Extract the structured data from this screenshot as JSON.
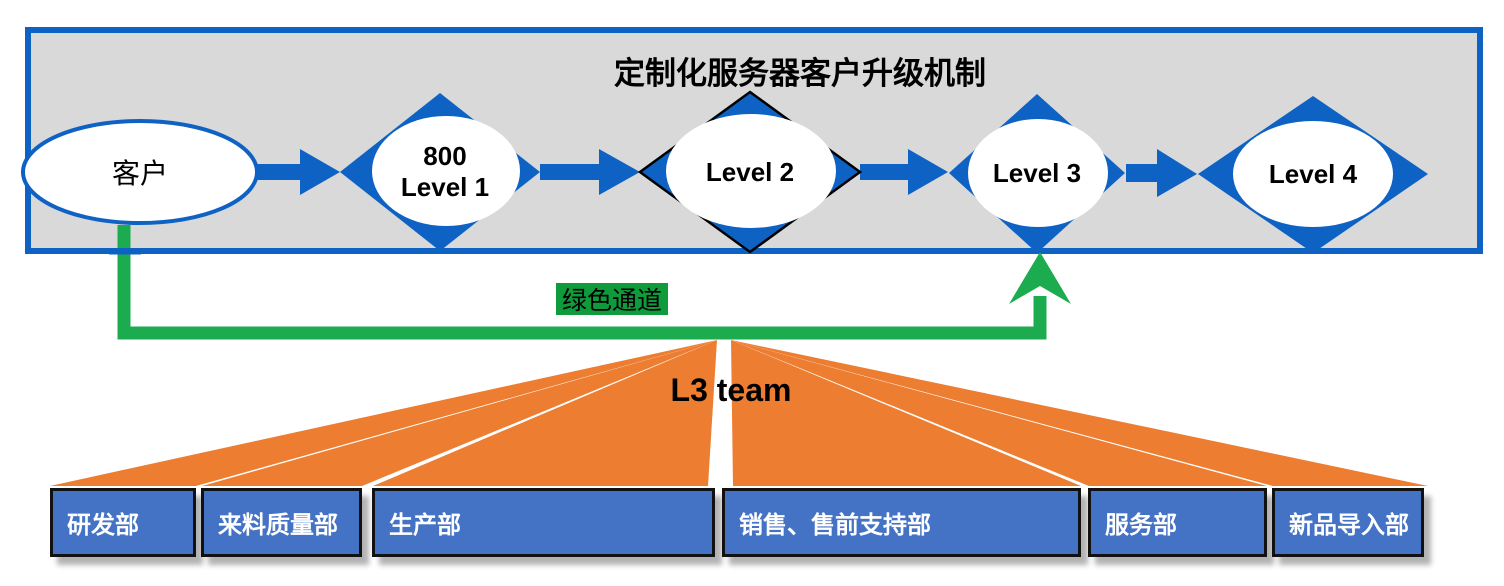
{
  "diagram": {
    "title": "定制化服务器客户升级机制",
    "customer_label": "客户",
    "levels": [
      {
        "lines": [
          "800",
          "Level 1"
        ]
      },
      {
        "lines": [
          "Level 2"
        ]
      },
      {
        "lines": [
          "Level 3"
        ]
      },
      {
        "lines": [
          "Level 4"
        ]
      }
    ],
    "green_channel_label": "绿色通道",
    "l3_team_label": "L3 team",
    "departments": [
      "研发部",
      "来料质量部",
      "生产部",
      "销售、售前支持部",
      "服务部",
      "新品导入部"
    ],
    "colors": {
      "primary_blue": "#0E62C4",
      "department_blue": "#4472C4",
      "fan_orange": "#ED7D31",
      "green_line": "#1CAC4F",
      "green_label_bg": "#0F9B3C",
      "panel_gray": "#D9D9D9"
    }
  }
}
